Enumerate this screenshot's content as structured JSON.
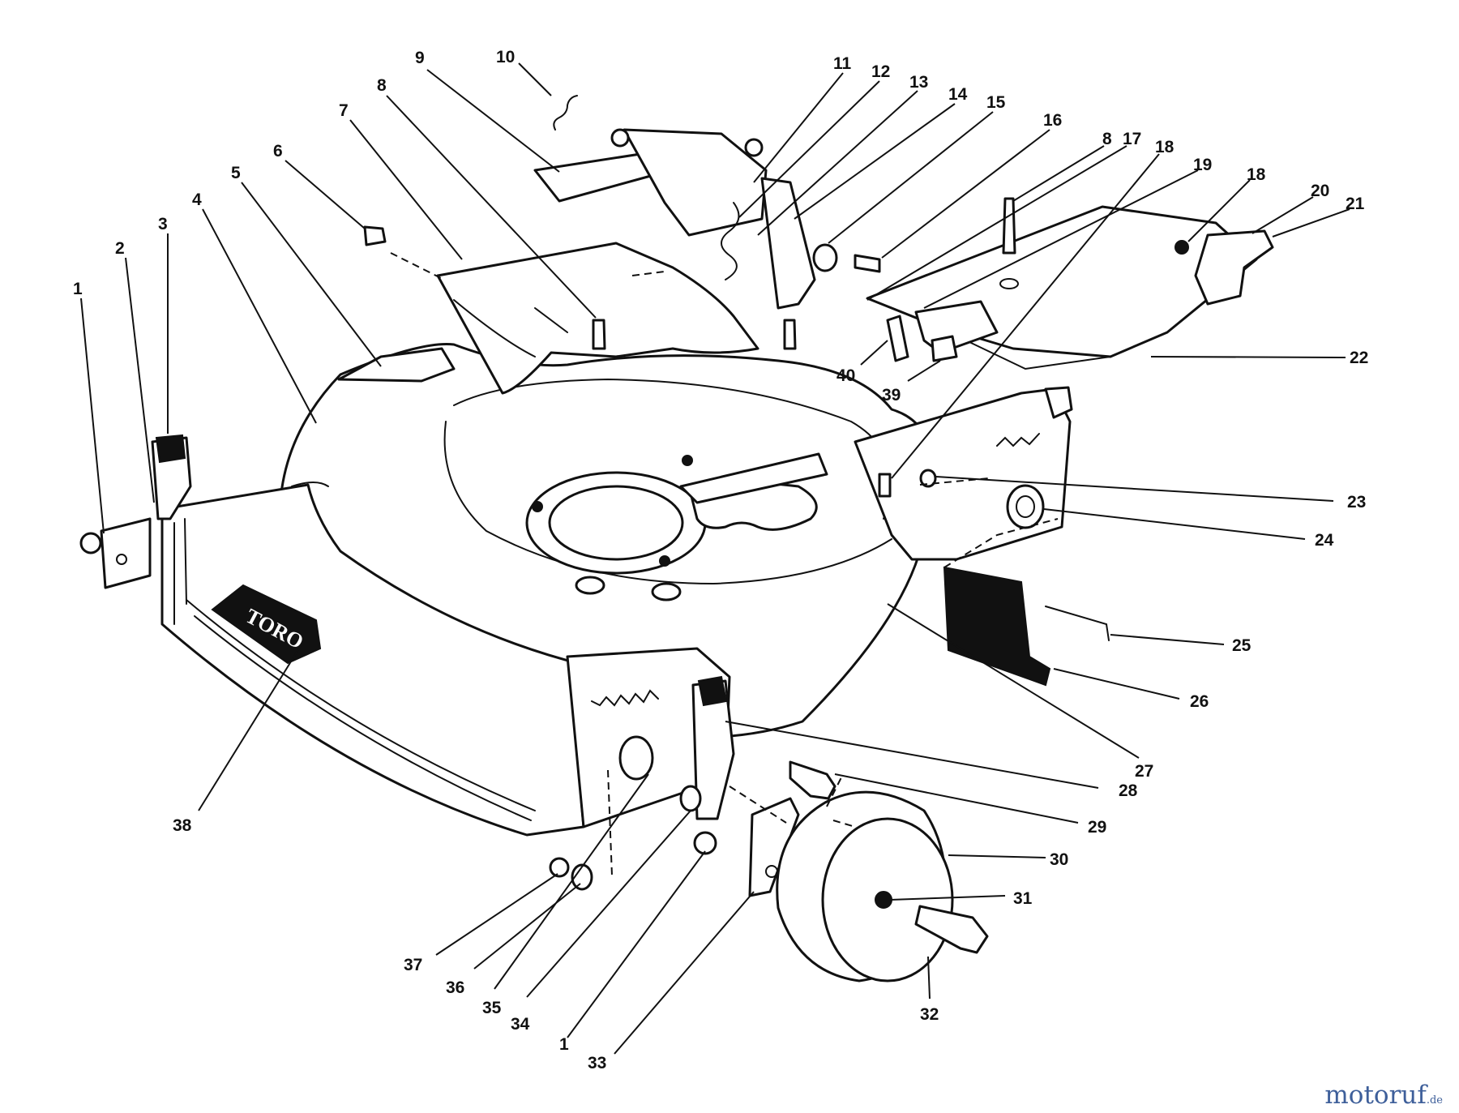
{
  "diagram": {
    "callouts": [
      "1",
      "2",
      "3",
      "4",
      "5",
      "6",
      "7",
      "8",
      "9",
      "10",
      "11",
      "12",
      "13",
      "14",
      "15",
      "16",
      "8",
      "17",
      "18",
      "19",
      "18",
      "20",
      "21",
      "22",
      "23",
      "24",
      "25",
      "26",
      "27",
      "28",
      "29",
      "30",
      "31",
      "32",
      "1",
      "33",
      "34",
      "35",
      "36",
      "37",
      "38",
      "39",
      "40"
    ],
    "logo_text": "TORO"
  },
  "watermark": {
    "brand": "motoruf",
    "tld": ".de"
  }
}
